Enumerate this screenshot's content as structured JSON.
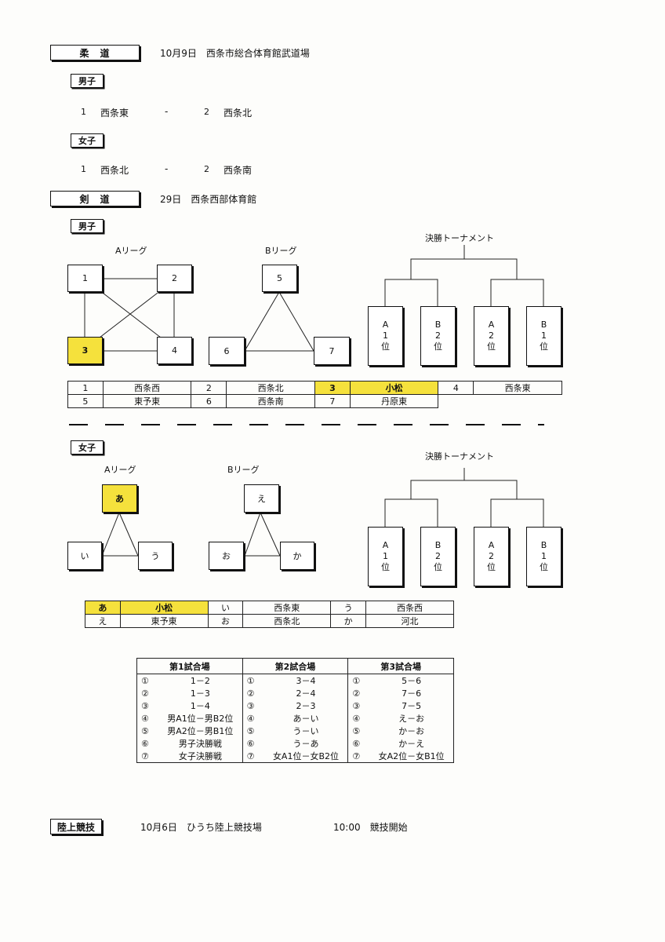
{
  "judo": {
    "title": "柔　道",
    "date_venue": "10月9日　西条市総合体育館武道場",
    "boys": {
      "label": "男子",
      "match": {
        "n1": "1",
        "t1": "西条東",
        "dash": "-",
        "n2": "2",
        "t2": "西条北"
      }
    },
    "girls": {
      "label": "女子",
      "match": {
        "n1": "1",
        "t1": "西条北",
        "dash": "-",
        "n2": "2",
        "t2": "西条南"
      }
    }
  },
  "kendo": {
    "title": "剣　道",
    "date_venue": "29日　西条西部体育館",
    "boys": {
      "label": "男子",
      "a_league_title": "Aリーグ",
      "b_league_title": "Bリーグ",
      "final_title": "決勝トーナメント",
      "nodes": [
        "1",
        "2",
        "3",
        "4",
        "5",
        "6",
        "7"
      ],
      "final_boxes": [
        {
          "l1": "A",
          "l2": "1",
          "l3": "位"
        },
        {
          "l1": "B",
          "l2": "2",
          "l3": "位"
        },
        {
          "l1": "A",
          "l2": "2",
          "l3": "位"
        },
        {
          "l1": "B",
          "l2": "1",
          "l3": "位"
        }
      ],
      "teams_row1": [
        {
          "num": "1",
          "name": "西条西"
        },
        {
          "num": "2",
          "name": "西条北"
        },
        {
          "num": "3",
          "name": "小松"
        },
        {
          "num": "4",
          "name": "西条東"
        }
      ],
      "teams_row2": [
        {
          "num": "5",
          "name": "東予東"
        },
        {
          "num": "6",
          "name": "西条南"
        },
        {
          "num": "7",
          "name": "丹原東"
        }
      ]
    },
    "girls": {
      "label": "女子",
      "a_league_title": "Aリーグ",
      "b_league_title": "Bリーグ",
      "final_title": "決勝トーナメント",
      "nodes": [
        "あ",
        "い",
        "う",
        "え",
        "お",
        "か"
      ],
      "final_boxes": [
        {
          "l1": "A",
          "l2": "1",
          "l3": "位"
        },
        {
          "l1": "B",
          "l2": "2",
          "l3": "位"
        },
        {
          "l1": "A",
          "l2": "2",
          "l3": "位"
        },
        {
          "l1": "B",
          "l2": "1",
          "l3": "位"
        }
      ],
      "teams_row1": [
        {
          "num": "あ",
          "name": "小松"
        },
        {
          "num": "い",
          "name": "西条東"
        },
        {
          "num": "う",
          "name": "西条西"
        }
      ],
      "teams_row2": [
        {
          "num": "え",
          "name": "東予東"
        },
        {
          "num": "お",
          "name": "西条北"
        },
        {
          "num": "か",
          "name": "河北"
        }
      ]
    },
    "schedule": {
      "headers": [
        "第1試合場",
        "第2試合場",
        "第3試合場"
      ],
      "rows": [
        [
          [
            "①",
            "1－2"
          ],
          [
            "①",
            "3－4"
          ],
          [
            "①",
            "5－6"
          ]
        ],
        [
          [
            "②",
            "1－3"
          ],
          [
            "②",
            "2－4"
          ],
          [
            "②",
            "7－6"
          ]
        ],
        [
          [
            "③",
            "1－4"
          ],
          [
            "③",
            "2－3"
          ],
          [
            "③",
            "7－5"
          ]
        ],
        [
          [
            "④",
            "男A1位－男B2位"
          ],
          [
            "④",
            "あ－い"
          ],
          [
            "④",
            "え－お"
          ]
        ],
        [
          [
            "⑤",
            "男A2位－男B1位"
          ],
          [
            "⑤",
            "う－い"
          ],
          [
            "⑤",
            "か－お"
          ]
        ],
        [
          [
            "⑥",
            "男子決勝戦"
          ],
          [
            "⑥",
            "う－あ"
          ],
          [
            "⑥",
            "か－え"
          ]
        ],
        [
          [
            "⑦",
            "女子決勝戦"
          ],
          [
            "⑦",
            "女A1位－女B2位"
          ],
          [
            "⑦",
            "女A2位－女B1位"
          ]
        ]
      ]
    }
  },
  "athletics": {
    "title": "陸上競技",
    "date_venue": "10月6日　ひうち陸上競技場",
    "start": "10:00　競技開始"
  },
  "highlight_color": "#f5e13c"
}
